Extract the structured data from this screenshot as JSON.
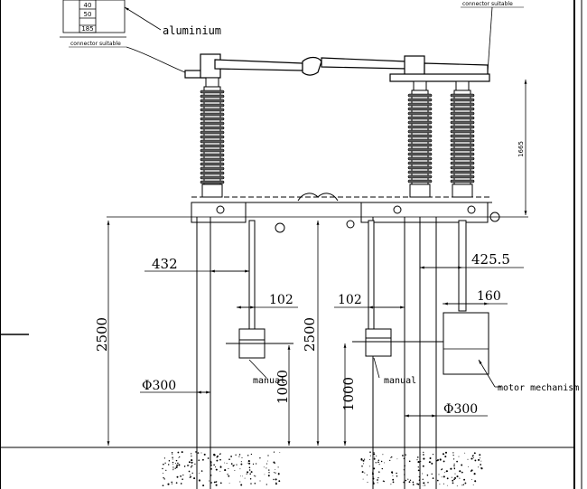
{
  "labels": {
    "aluminium": "aluminium",
    "connector_left": "connector suitable",
    "connector_right": "connector suitable",
    "motor_mechanism": "motor mechanism",
    "manual_left": "manual",
    "manual_right": "manual"
  },
  "table": [
    "40",
    "50",
    "185"
  ],
  "dimensions": {
    "left_offset": "432",
    "right_offset": "425.5",
    "left_shaft_width": "102",
    "right_shaft_width": "102",
    "motor_width": "160",
    "left_height": "2500",
    "right_height": "2500",
    "left_handle_height": "1000",
    "right_handle_height": "1000",
    "left_diameter": "Φ300",
    "right_diameter": "Φ300",
    "insulator_height": "1665"
  }
}
